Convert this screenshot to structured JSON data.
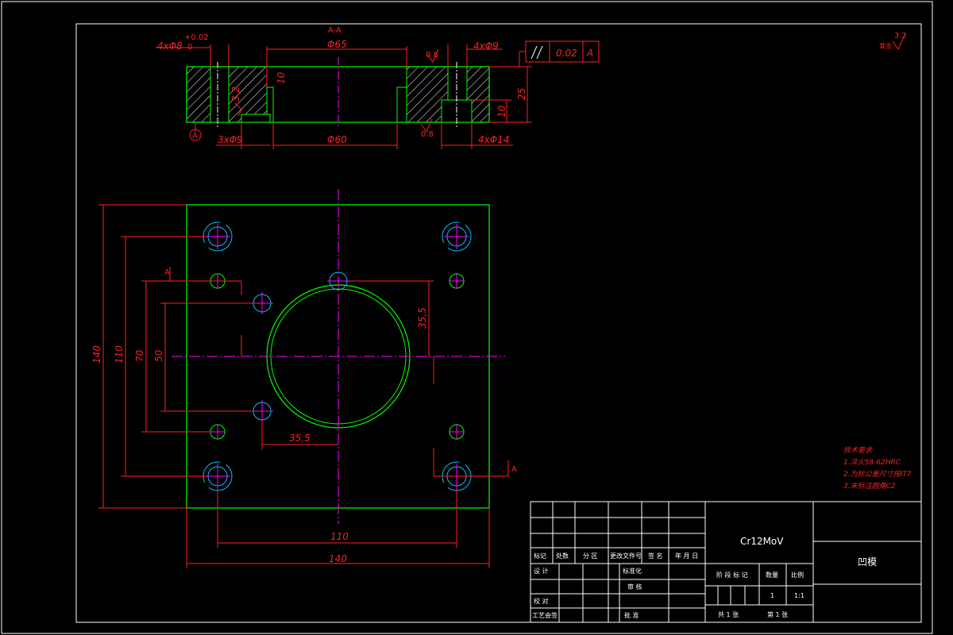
{
  "section_view": {
    "title": "A-A",
    "dims": {
      "holes_8": "4xΦ8",
      "tol_upper": "+0.02",
      "tol_lower": "0",
      "d65": "Φ65",
      "holes_9_top": "4xΦ9",
      "ra_08_top": "0.8",
      "tol_symbol": "//",
      "tol_value": "0.02",
      "datum": "A",
      "depth_10": "10",
      "rough_32": "3.2",
      "height_25": "25",
      "height_10": "10",
      "holes_9_bottom": "3xΦ9",
      "d60": "Φ60",
      "ra_08_bottom": "0.8",
      "holes_14": "4xΦ14",
      "datum_label": "A"
    }
  },
  "plan_view": {
    "dims": {
      "h140": "140",
      "h110": "110",
      "h70": "70",
      "h50": "50",
      "d355_v": "35,5",
      "d355_h": "35,5",
      "w110": "110",
      "w140": "140",
      "section_mark_top": "A",
      "section_mark_bottom": "A"
    }
  },
  "surface_finish": {
    "value": "3.2",
    "label": "其余"
  },
  "tech_requirements": {
    "title": "技术要求",
    "items": [
      "1.淬火58-62HRC",
      "2.为标公差尺寸按IT7",
      "3.未标注圆角C2"
    ]
  },
  "title_block": {
    "material": "Cr12MoV",
    "part_name": "凹模",
    "headers": [
      "标记",
      "处数",
      "分 区",
      "更改文件号",
      "签 名",
      "年 月 日"
    ],
    "roles": {
      "design": "设 计",
      "standardize": "标准化",
      "check": "校 对",
      "review": "审 核",
      "process": "工艺会签",
      "approve": "批 准"
    },
    "stage_mark": "阶 段 标 记",
    "quantity_label": "数量",
    "scale_label": "比例",
    "quantity": "1",
    "scale": "1:1",
    "total_sheets": "共 1 张",
    "sheet_no": "第 1 张"
  },
  "colors": {
    "outline": "#00ff00",
    "dimension": "#ff2020",
    "centerline": "#ff00ff",
    "hole_detail": "#00bfff",
    "border": "#ffffff",
    "hatch": "#ffffff"
  }
}
